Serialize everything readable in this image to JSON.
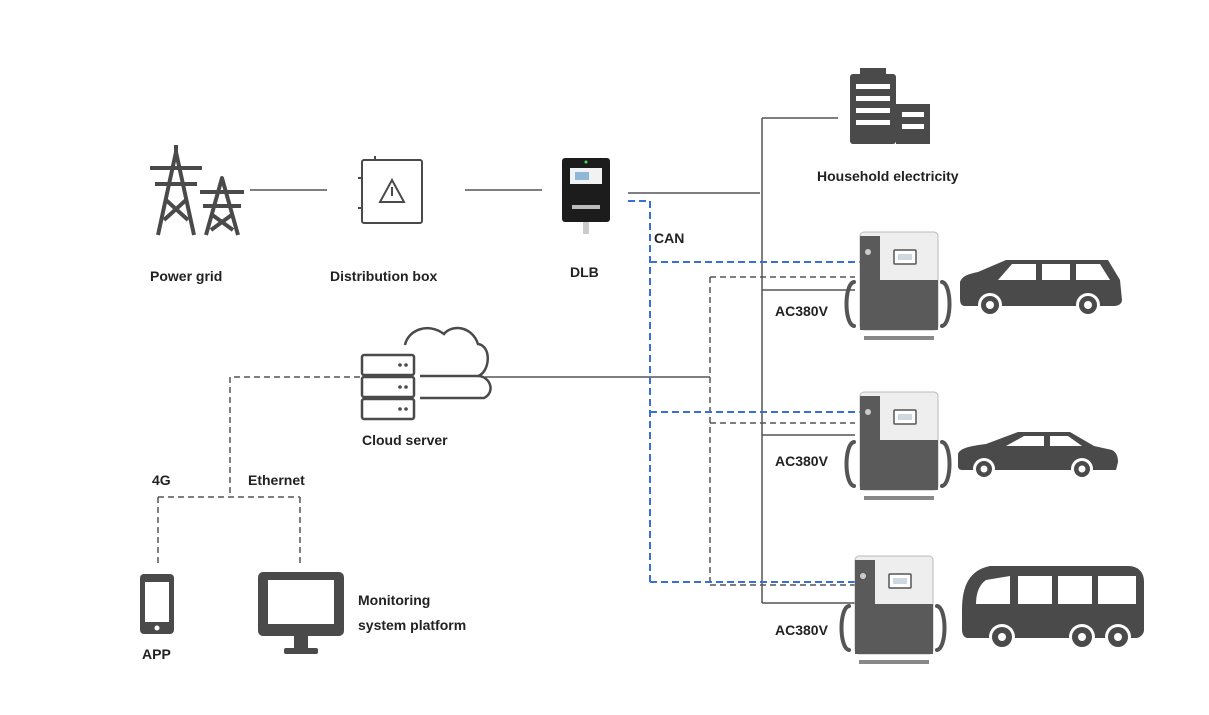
{
  "labels": {
    "power_grid": "Power grid",
    "distribution_box": "Distribution box",
    "dlb": "DLB",
    "household": "Household electricity",
    "can": "CAN",
    "cloud_server": "Cloud server",
    "g4": "4G",
    "ethernet": "Ethernet",
    "app": "APP",
    "monitoring_line1": "Monitoring",
    "monitoring_line2": "system platform",
    "ac1": "AC380V",
    "ac2": "AC380V",
    "ac3": "AC380V"
  },
  "colors": {
    "icon": "#4a4a4a",
    "line": "#555555",
    "can_line": "#3a6fd8",
    "charger_light": "#eeeeee",
    "charger_dark": "#5a5a5a"
  }
}
